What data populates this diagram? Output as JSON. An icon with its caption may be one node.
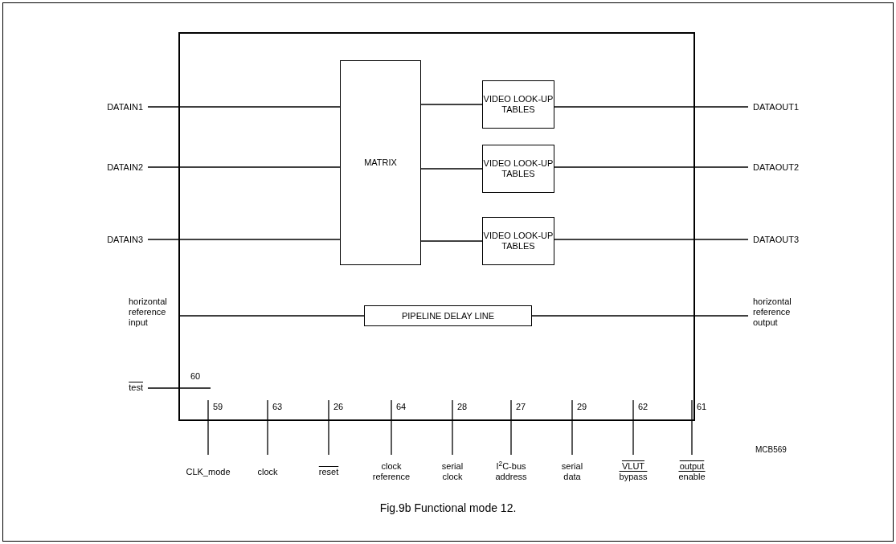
{
  "diagram": {
    "caption": "Fig.9b Functional mode 12.",
    "nodes": [
      {
        "text": [],
        "shape": "box"
      },
      {
        "text": [
          "MATRIX"
        ],
        "in": 0
      },
      {
        "text": [
          "VIDEO LOOK-UP TABLES"
        ],
        "in": 0
      },
      {
        "text": [
          "VIDEO LOOK-UP TABLES"
        ],
        "in": 0
      },
      {
        "text": [
          "VIDEO LOOK-UP TABLES"
        ],
        "in": 0
      },
      {
        "text": [
          "PIPELINE DELAY LINE"
        ],
        "in": 0
      },
      {
        "text": [
          "DATAIN1"
        ]
      },
      {
        "text": [
          "DATAIN2"
        ]
      },
      {
        "text": [
          "DATAIN3"
        ]
      },
      {
        "text": [
          "horizontal reference input"
        ]
      },
      {
        "text": [
          "test"
        ]
      },
      {
        "text": [
          "DATAOUT1"
        ]
      },
      {
        "text": [
          "DATAOUT2"
        ]
      },
      {
        "text": [
          "DATAOUT3"
        ]
      },
      {
        "text": [
          "horizontal reference output"
        ]
      },
      {
        "text": [
          "CLK_mode"
        ]
      },
      {
        "text": [
          "clock"
        ]
      },
      {
        "text": [
          "reset"
        ]
      },
      {
        "text": [
          "clock reference"
        ]
      },
      {
        "text": [
          "serial clock"
        ]
      },
      {
        "text": [
          "I$^{2}$C-bus address"
        ]
      },
      {
        "text": [
          "serial data"
        ]
      },
      {
        "text": [
          "VLUT bypass"
        ]
      },
      {
        "text": [
          "output enable"
        ]
      }
    ],
    "edges": [
      {
        "from": 6,
        "to": 1,
        "arrow": "none"
      },
      {
        "from": 7,
        "to": 1,
        "arrow": "none"
      },
      {
        "from": 8,
        "to": 1,
        "arrow": "none"
      },
      {
        "from": 1,
        "to": 2,
        "arrow": "none"
      },
      {
        "from": 1,
        "to": 3,
        "arrow": "none"
      },
      {
        "from": 1,
        "to": 4,
        "arrow": "none"
      },
      {
        "from": 2,
        "to": 11,
        "arrow": "none"
      },
      {
        "from": 3,
        "to": 12,
        "arrow": "none"
      },
      {
        "from": 4,
        "to": 13,
        "arrow": "none"
      },
      {
        "from": 9,
        "to": 5,
        "arrow": "none"
      },
      {
        "from": 5,
        "to": 14,
        "arrow": "none"
      },
      {
        "from": 10,
        "to": null,
        "arrow": "none"
      },
      {
        "from": 15,
        "to": 0,
        "arrow": "none"
      },
      {
        "from": 16,
        "to": 0,
        "arrow": "none"
      },
      {
        "from": 17,
        "to": 0,
        "arrow": "none"
      },
      {
        "from": 18,
        "to": 0,
        "arrow": "none"
      },
      {
        "from": 19,
        "to": 0,
        "arrow": "none"
      },
      {
        "from": 20,
        "to": 0,
        "arrow": "none"
      },
      {
        "from": 21,
        "to": 0,
        "arrow": "none"
      },
      {
        "from": 22,
        "to": 0,
        "arrow": "none"
      },
      {
        "from": 23,
        "to": 0,
        "arrow": "none"
      }
    ],
    "labels": [
      "60",
      "59",
      "63",
      "26",
      "64",
      "28",
      "27",
      "29",
      "62",
      "61",
      "MCB569"
    ]
  }
}
